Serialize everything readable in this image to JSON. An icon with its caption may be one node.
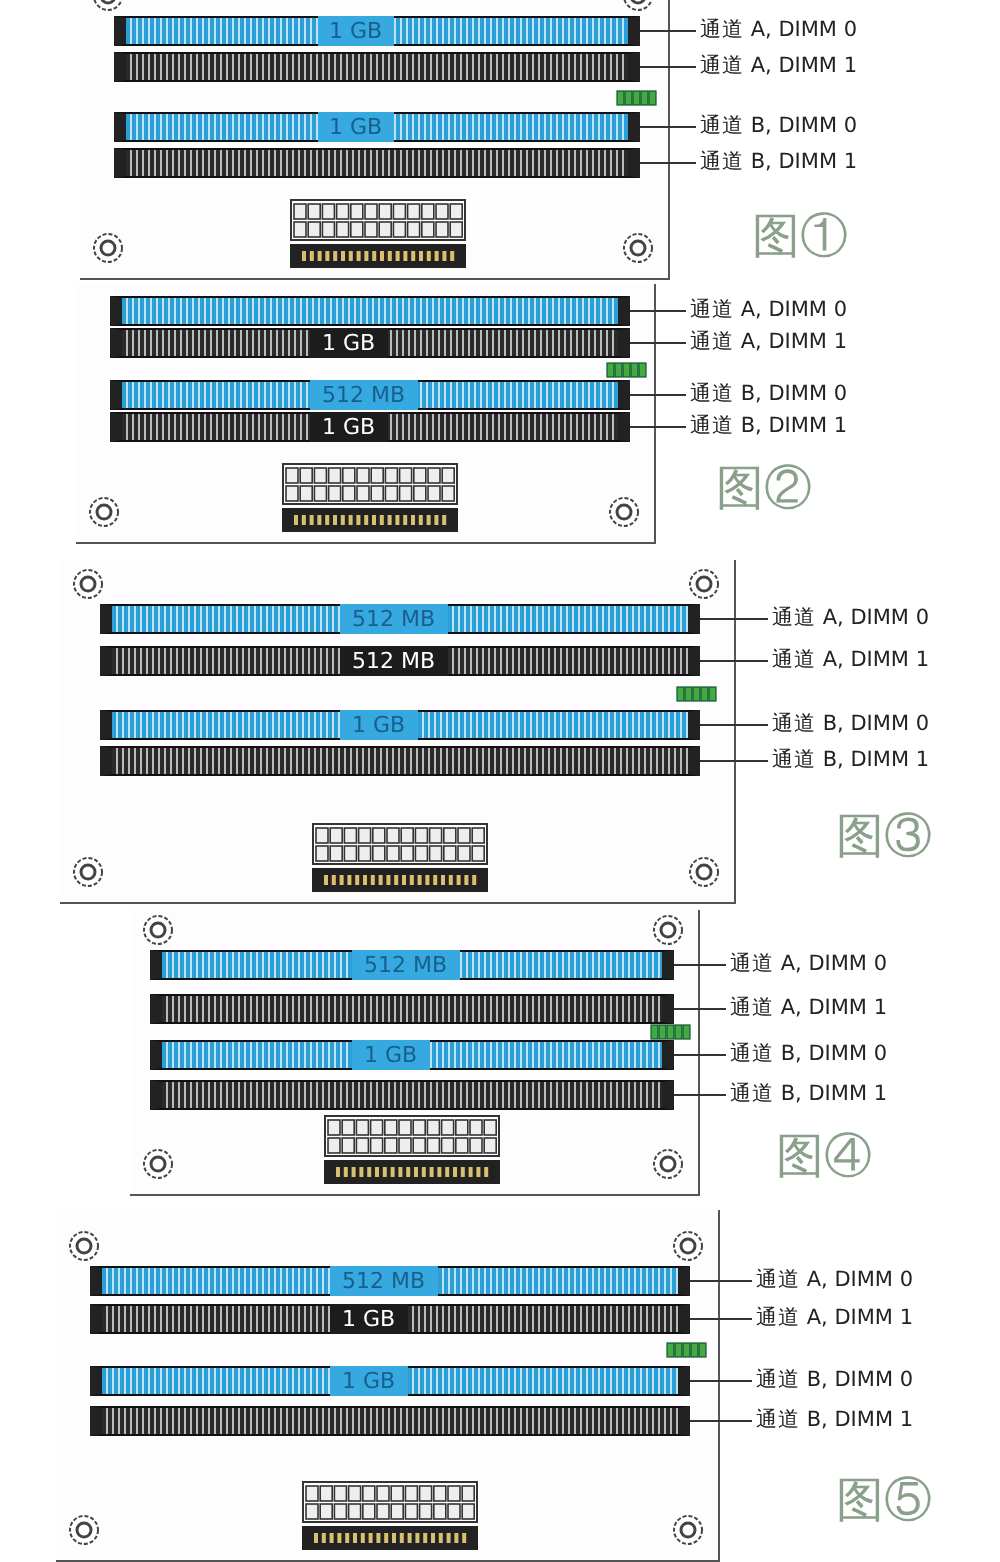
{
  "diagram": {
    "nodes": [
      {
        "text": [],
        "shape": "box"
      },
      {
        "text": [
          "1 GB"
        ],
        "in": 0
      },
      {
        "text": [],
        "shape": "bar",
        "in": 0
      },
      {
        "text": [
          "1 GB"
        ],
        "in": 0
      },
      {
        "text": [],
        "shape": "bar",
        "in": 0
      },
      {
        "text": [
          "通道 A, DIMM 0"
        ]
      },
      {
        "text": [
          "通道 A, DIMM 1"
        ]
      },
      {
        "text": [
          "通道 B, DIMM 0"
        ]
      },
      {
        "text": [
          "通道 B, DIMM 1"
        ]
      },
      {
        "text": [],
        "shape": "box"
      },
      {
        "text": [],
        "shape": "bar",
        "in": 9
      },
      {
        "text": [
          "1 GB"
        ],
        "in": 9
      },
      {
        "text": [
          "512 MB"
        ],
        "in": 9
      },
      {
        "text": [
          "1 GB"
        ],
        "in": 9
      },
      {
        "text": [
          "通道 A, DIMM 0"
        ]
      },
      {
        "text": [
          "通道 A, DIMM 1"
        ]
      },
      {
        "text": [
          "通道 B, DIMM 0"
        ]
      },
      {
        "text": [
          "通道 B, DIMM 1"
        ]
      },
      {
        "text": [],
        "shape": "box"
      },
      {
        "text": [
          "512 MB"
        ],
        "in": 18
      },
      {
        "text": [
          "512 MB"
        ],
        "in": 18
      },
      {
        "text": [
          "1 GB"
        ],
        "in": 18
      },
      {
        "text": [],
        "shape": "bar",
        "in": 18
      },
      {
        "text": [
          "通道 A, DIMM 0"
        ]
      },
      {
        "text": [
          "通道 A, DIMM 1"
        ]
      },
      {
        "text": [
          "通道 B, DIMM 0"
        ]
      },
      {
        "text": [
          "通道 B, DIMM 1"
        ]
      },
      {
        "text": [],
        "shape": "box"
      },
      {
        "text": [
          "512 MB"
        ],
        "in": 27
      },
      {
        "text": [],
        "shape": "bar",
        "in": 27
      },
      {
        "text": [
          "1 GB"
        ],
        "in": 27
      },
      {
        "text": [],
        "shape": "bar",
        "in": 27
      },
      {
        "text": [
          "通道 A, DIMM 0"
        ]
      },
      {
        "text": [
          "通道 A, DIMM 1"
        ]
      },
      {
        "text": [
          "通道 B, DIMM 0"
        ]
      },
      {
        "text": [
          "通道 B, DIMM 1"
        ]
      },
      {
        "text": [],
        "shape": "box"
      },
      {
        "text": [
          "512 MB"
        ],
        "in": 36
      },
      {
        "text": [
          "1 GB"
        ],
        "in": 36
      },
      {
        "text": [
          "1 GB"
        ],
        "in": 36
      },
      {
        "text": [],
        "shape": "bar",
        "in": 36
      },
      {
        "text": [
          "通道 A, DIMM 0"
        ]
      },
      {
        "text": [
          "通道 A, DIMM 1"
        ]
      },
      {
        "text": [
          "通道 B, DIMM 0"
        ]
      },
      {
        "text": [
          "通道 B, DIMM 1"
        ]
      }
    ],
    "edges": [
      {
        "from": 5,
        "to": 1,
        "arrow": "none"
      },
      {
        "from": 6,
        "to": 2,
        "arrow": "none"
      },
      {
        "from": 7,
        "to": 3,
        "arrow": "none"
      },
      {
        "from": 8,
        "to": 4,
        "arrow": "none"
      },
      {
        "from": 14,
        "to": 10,
        "arrow": "none"
      },
      {
        "from": 15,
        "to": 11,
        "arrow": "none"
      },
      {
        "from": 16,
        "to": 12,
        "arrow": "none"
      },
      {
        "from": 17,
        "to": 13,
        "arrow": "none"
      },
      {
        "from": 23,
        "to": 19,
        "arrow": "none"
      },
      {
        "from": 24,
        "to": 20,
        "arrow": "none"
      },
      {
        "from": 25,
        "to": 21,
        "arrow": "none"
      },
      {
        "from": 26,
        "to": 22,
        "arrow": "none"
      },
      {
        "from": 32,
        "to": 28,
        "arrow": "none"
      },
      {
        "from": 33,
        "to": 29,
        "arrow": "none"
      },
      {
        "from": 34,
        "to": 30,
        "arrow": "none"
      },
      {
        "from": 35,
        "to": 31,
        "arrow": "none"
      },
      {
        "from": 41,
        "to": 37,
        "arrow": "none"
      },
      {
        "from": 42,
        "to": 38,
        "arrow": "none"
      },
      {
        "from": 43,
        "to": 39,
        "arrow": "none"
      },
      {
        "from": 44,
        "to": 40,
        "arrow": "none"
      }
    ],
    "labels": [
      "图①",
      "图②",
      "图③",
      "图④",
      "图⑤"
    ]
  }
}
